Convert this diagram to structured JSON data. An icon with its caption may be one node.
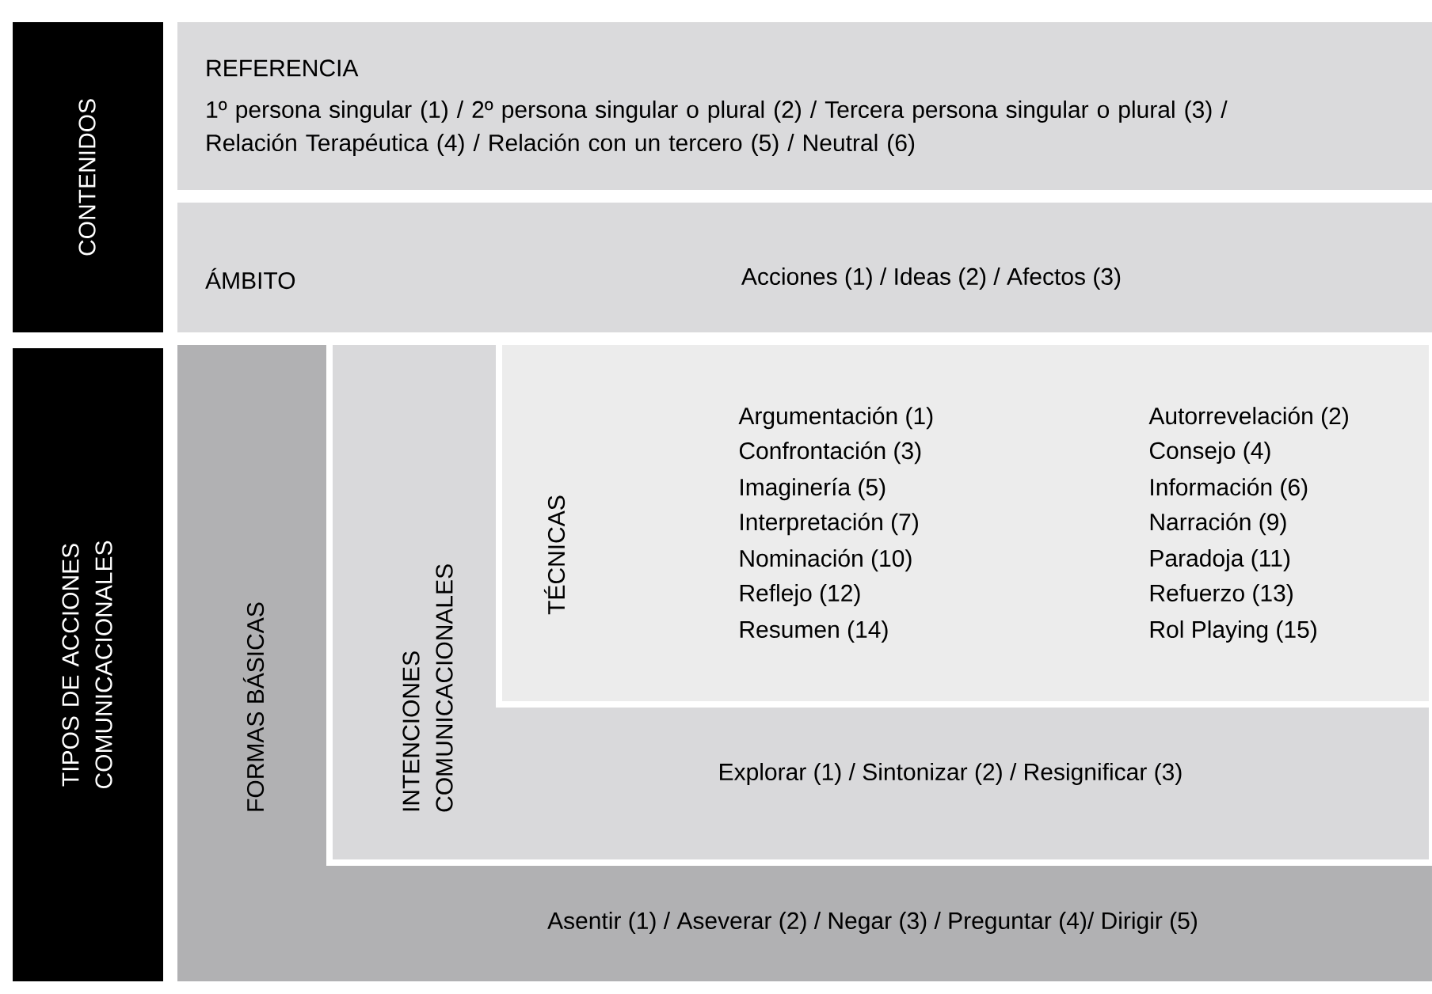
{
  "diagram": {
    "nodes": [
      {
        "text": [
          "CONTENIDOS"
        ]
      },
      {
        "text": [
          "REFERENCIA",
          "1º persona singular (1) / 2º persona singular o plural (2) / Tercera persona singular o plural (3) / Relación Terapéutica (4) / Relación con un tercero (5) / Neutral (6)"
        ]
      },
      {
        "text": [
          "ÁMBITO",
          "Acciones (1) / Ideas (2) / Afectos (3)"
        ]
      },
      {
        "text": [
          "TIPOS DE ACCIONES COMUNICACIONALES"
        ]
      },
      {
        "text": [
          "FORMAS BÁSICAS",
          "Asentir (1) / Aseverar (2) / Negar (3) / Preguntar (4)/ Dirigir (5)"
        ]
      },
      {
        "text": [
          "INTENCIONES COMUNICACIONALES",
          "Explorar (1) / Sintonizar (2) / Resignificar (3)"
        ],
        "in": 4
      },
      {
        "text": [
          "TÉCNICAS",
          "Argumentación (1)",
          "Autorrevelación (2)",
          "Confrontación (3)",
          "Consejo (4)",
          "Imaginería (5)",
          "Información (6)",
          "Interpretación (7)",
          "Narración (9)",
          "Nominación (10)",
          "Paradoja (11)",
          "Reflejo (12)",
          "Refuerzo (13)",
          "Resumen (14)",
          "Rol Playing (15)"
        ],
        "in": 5
      }
    ]
  }
}
